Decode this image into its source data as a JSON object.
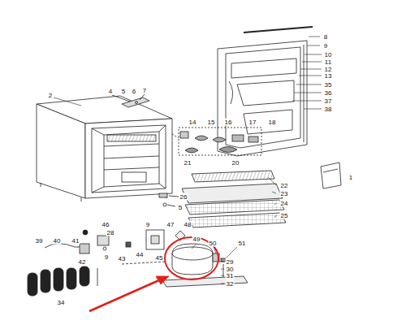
{
  "diagram": {
    "labels": [
      "8",
      "9",
      "10",
      "11",
      "12",
      "13",
      "35",
      "36",
      "37",
      "38",
      "2",
      "4",
      "5",
      "6",
      "7",
      "14",
      "15",
      "16",
      "17",
      "18",
      "1",
      "21",
      "20",
      "22",
      "23",
      "24",
      "25",
      "26",
      "5",
      "28",
      "46",
      "9",
      "47",
      "48",
      "39",
      "40",
      "41",
      "42",
      "9",
      "43",
      "44",
      "45",
      "34",
      "49",
      "50",
      "51",
      "29",
      "30",
      "31",
      "32"
    ]
  }
}
